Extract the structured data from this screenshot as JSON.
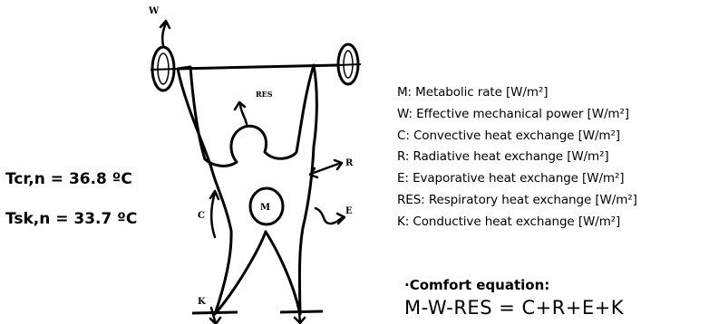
{
  "figure": {
    "labels": {
      "W": "W",
      "RES": "RES",
      "R": "R",
      "C": "C",
      "M": "M",
      "E": "E",
      "K": "K"
    }
  },
  "temperatures": {
    "core": "Tcr,n = 36.8 ºC",
    "skin": "Tsk,n = 33.7 ºC"
  },
  "legend": [
    "M: Metabolic rate [W/m²]",
    "W: Effective mechanical power [W/m²]",
    "C: Convective heat exchange [W/m²]",
    "R: Radiative heat exchange [W/m²]",
    "E: Evaporative heat exchange [W/m²]",
    "RES: Respiratory heat exchange [W/m²]",
    "K: Conductive heat exchange [W/m²]"
  ],
  "comfort": {
    "title": "·Comfort equation:",
    "equation": "M-W-RES = C+R+E+K"
  }
}
